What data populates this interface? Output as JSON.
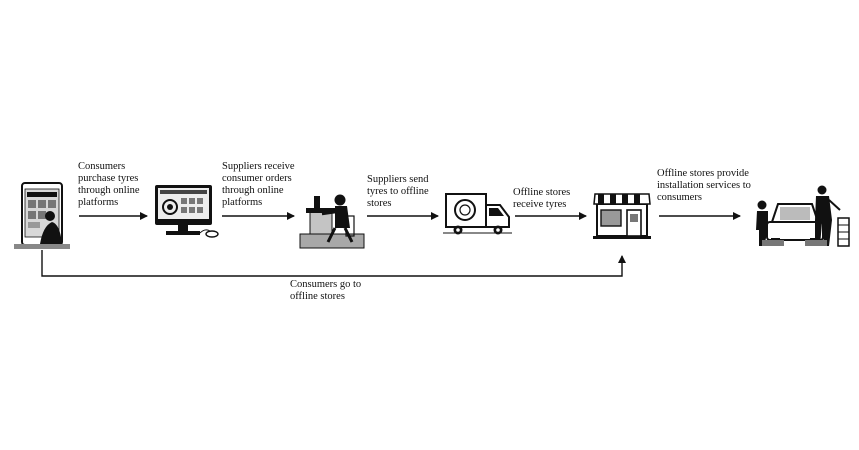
{
  "steps": [
    {
      "icon": "smartphone-shopper-icon",
      "label": "Consumers\npurchase tyres\nthrough online\nplatforms"
    },
    {
      "icon": "computer-monitor-icon",
      "label": "Suppliers receive\nconsumer orders\nthrough online\nplatforms"
    },
    {
      "icon": "desk-worker-icon",
      "label": "Suppliers send\ntyres to offline\nstores"
    },
    {
      "icon": "delivery-truck-icon",
      "label": "Offline stores\nreceive tyres"
    },
    {
      "icon": "storefront-icon",
      "label": "Offline stores provide\ninstallation services to\nconsumers"
    },
    {
      "icon": "car-mechanics-icon"
    }
  ],
  "bypass": {
    "label": "Consumers go to\noffline stores"
  }
}
